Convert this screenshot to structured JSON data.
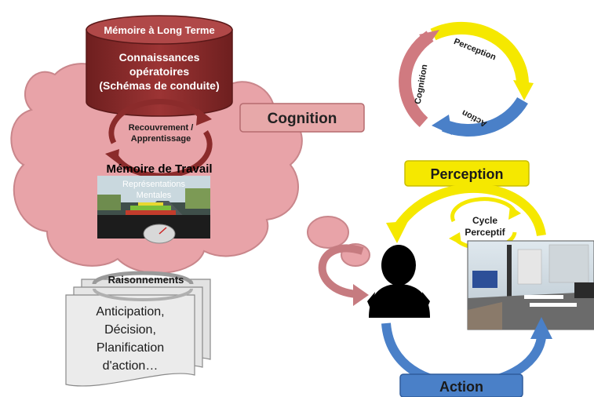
{
  "long_term_memory": {
    "title": "Mémoire à Long Terme",
    "content_line1": "Connaissances",
    "content_line2": "opératoires",
    "content_line3": "(Schémas de conduite)"
  },
  "recovery": {
    "line1": "Recouvrement /",
    "line2": "Apprentissage"
  },
  "working_memory": {
    "title": "Mémoire de Travail",
    "overlay_line1": "Représentations",
    "overlay_line2": "Mentales"
  },
  "cognition_label": "Cognition",
  "reasoning": {
    "title": "Raisonnements",
    "line1": "Anticipation,",
    "line2": "Décision,",
    "line3": "Planification",
    "line4": "d'action…"
  },
  "small_cycle": {
    "perception": "Perception",
    "action": "Action",
    "cognition": "Cognition"
  },
  "perception_label": "Perception",
  "perceptive_cycle": {
    "line1": "Cycle",
    "line2": "Perceptif"
  },
  "action_label": "Action",
  "colors": {
    "cloud": "#e8a3a8",
    "cylinder": "#8b2b2b",
    "cognition_box": "#e7a8a9",
    "perception_yellow": "#f5e800",
    "action_blue": "#4a80c8"
  }
}
